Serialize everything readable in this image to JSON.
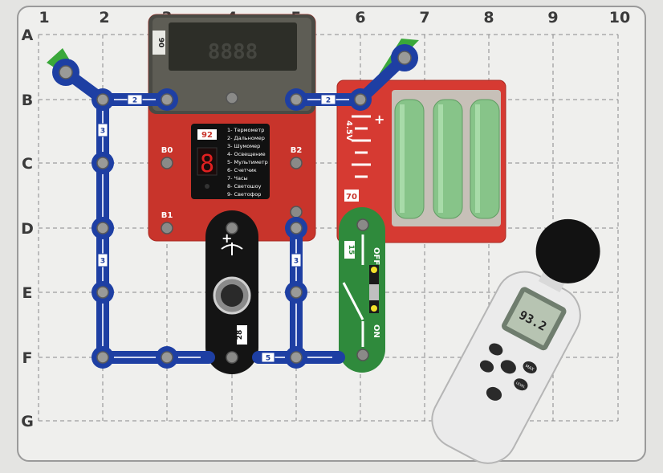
{
  "grid": {
    "columns": [
      "1",
      "2",
      "3",
      "4",
      "5",
      "6",
      "7",
      "8",
      "9",
      "10"
    ],
    "rows": [
      "A",
      "B",
      "C",
      "D",
      "E",
      "F",
      "G"
    ]
  },
  "display_module": {
    "id_label": "90",
    "digits": "8888",
    "module_number": "92",
    "digit": "8",
    "modes": [
      "1- Термометр",
      "2- Дальномер",
      "3- Шумомер",
      "4- Освещение",
      "5- Мультиметр",
      "6- Счетчик",
      "7- Часы",
      "8- Светошоу",
      "9- Светофор"
    ],
    "terminals": [
      "B0",
      "B1",
      "B2"
    ]
  },
  "wires": {
    "top_left": "2",
    "top_right": "2",
    "left_upper": "3",
    "left_lower": "3",
    "middle": "3",
    "bottom": "5"
  },
  "microphone": {
    "plus": "+",
    "number": "28"
  },
  "switch": {
    "number": "15",
    "off": "OFF",
    "on": "ON"
  },
  "battery": {
    "voltage": "4.5V",
    "number": "70",
    "plus": "+"
  },
  "sound_meter": {
    "reading": "93.2",
    "ok_label": "MAX",
    "hold_label": "LEVEL"
  },
  "colors": {
    "wire": "#1e3fa3",
    "module_red": "#c8342b",
    "switch_green": "#2f8a3c",
    "mic_black": "#141414",
    "grid": "#8a8a8a"
  }
}
